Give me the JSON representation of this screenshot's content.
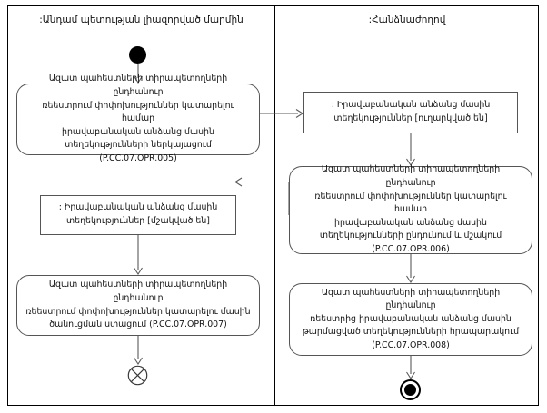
{
  "diagram": {
    "type": "uml-activity-diagram",
    "lanes": [
      {
        "id": "lane-left",
        "title": ":Անդամ պետության լիազորված մարմին"
      },
      {
        "id": "lane-right",
        "title": ":Հանձնաժողով"
      }
    ],
    "nodes": {
      "initial": {
        "kind": "initial-node",
        "lane": "lane-left"
      },
      "action_opr005": {
        "kind": "action",
        "lane": "lane-left",
        "label": "Ազատ պահեստների տիրապետողների ընդհանուր\nռեեստրում փոփոխություններ կատարելու համար\nիրավաբանական անձանց մասին\nտեղեկությունների ներկայացում (P.CC.07.OPR.005)",
        "code": "P.CC.07.OPR.005"
      },
      "object_sent": {
        "kind": "object-node",
        "lane": "lane-right",
        "label": ": Իրավաբանական անձանց մասին\nտեղեկություններ [ուղարկված են]",
        "state": "ուղարկված են"
      },
      "action_opr006": {
        "kind": "action",
        "lane": "lane-right",
        "label": "Ազատ պահեստների տիրապետողների ընդհանուր\nռեեստրում փոփոխություններ կատարելու համար\nիրավաբանական անձանց մասին\nտեղեկությունների ընդունում և մշակում\n(P.CC.07.OPR.006)",
        "code": "P.CC.07.OPR.006"
      },
      "object_processed": {
        "kind": "object-node",
        "lane": "lane-left",
        "label": ": Իրավաբանական անձանց մասին\nտեղեկություններ [մշակված են]",
        "state": "մշակված են"
      },
      "action_opr007": {
        "kind": "action",
        "lane": "lane-left",
        "label": "Ազատ պահեստների տիրապետողների ընդհանուր\nռեեստրում փոփոխություններ կատարելու մասին\nծանուցման ստացում (P.CC.07.OPR.007)",
        "code": "P.CC.07.OPR.007"
      },
      "action_opr008": {
        "kind": "action",
        "lane": "lane-right",
        "label": "Ազատ պահեստների տիրապետողների ընդհանուր\nռեեստրից իրավաբանական անձանց մասին\nթարմացված տեղեկությունների հրապարակում\n(P.CC.07.OPR.008)",
        "code": "P.CC.07.OPR.008"
      },
      "flow_final": {
        "kind": "flow-final-node",
        "lane": "lane-left"
      },
      "activity_final": {
        "kind": "activity-final-node",
        "lane": "lane-right"
      }
    },
    "edges": [
      {
        "from": "initial",
        "to": "action_opr005",
        "direction": "down"
      },
      {
        "from": "action_opr005",
        "to": "object_sent",
        "direction": "right"
      },
      {
        "from": "object_sent",
        "to": "action_opr006",
        "direction": "down"
      },
      {
        "from": "action_opr006",
        "to": "object_processed",
        "direction": "left"
      },
      {
        "from": "object_processed",
        "to": "action_opr007",
        "direction": "down"
      },
      {
        "from": "action_opr007",
        "to": "flow_final",
        "direction": "down"
      },
      {
        "from": "action_opr006",
        "to": "action_opr008",
        "direction": "down"
      },
      {
        "from": "action_opr008",
        "to": "activity_final",
        "direction": "down"
      }
    ]
  },
  "colors": {
    "frame_stroke": "#000000",
    "node_stroke": "#555555",
    "edge_stroke": "#5a5a5a",
    "node_fill": "#ffffff",
    "text": "#111111",
    "background": "#ffffff"
  }
}
